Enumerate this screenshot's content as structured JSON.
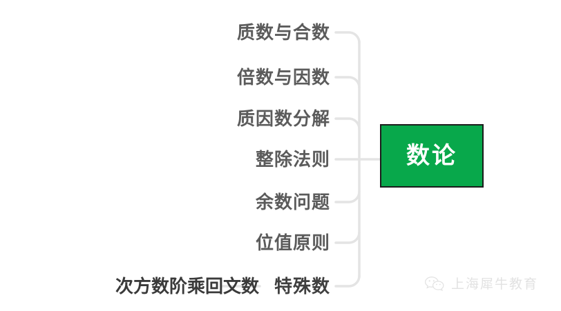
{
  "diagram": {
    "type": "mind-map",
    "background_color": "#ffffff",
    "root": {
      "label": "数论",
      "fill_color": "#08a84b",
      "border_color": "#1b1b1b",
      "text_color": "#ffffff"
    },
    "connector_color": "#e4e4e4",
    "branch_text_color": "#5b5b5b",
    "branches": [
      {
        "label": "质数与合数"
      },
      {
        "label": "倍数与因数"
      },
      {
        "label": "质因数分解"
      },
      {
        "label": "整除法则"
      },
      {
        "label": "余数问题"
      },
      {
        "label": "位值原则"
      },
      {
        "label": "特殊数",
        "child": "次方数阶乘回文数"
      }
    ]
  },
  "watermark": {
    "icon": "wechat-icon",
    "text": "上海犀牛教育",
    "color": "#e2e2e2"
  }
}
